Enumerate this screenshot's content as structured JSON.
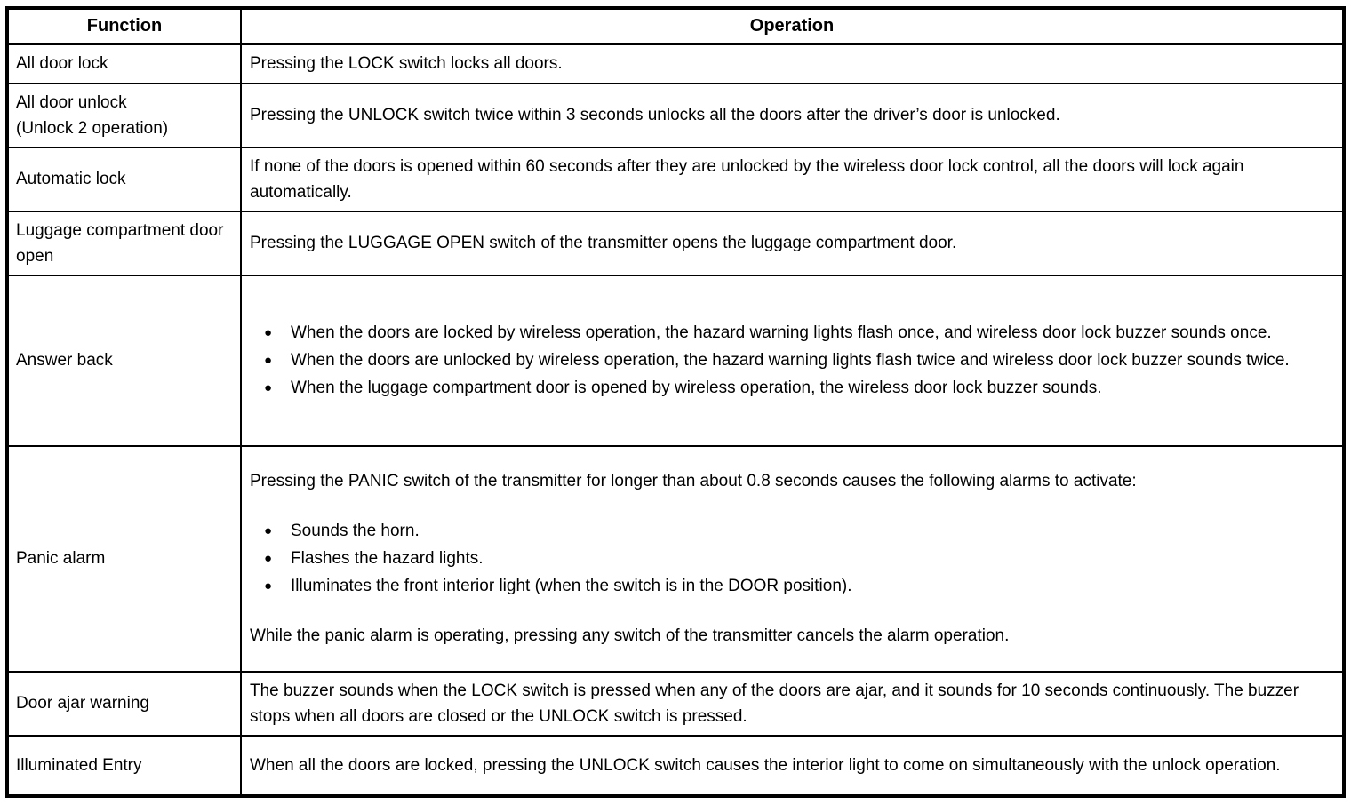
{
  "table": {
    "headers": {
      "function": "Function",
      "operation": "Operation"
    },
    "rows": [
      {
        "function": "All door lock",
        "operation": "Pressing the LOCK switch locks all doors."
      },
      {
        "function": "All door unlock\n(Unlock 2 operation)",
        "operation": "Pressing the UNLOCK switch twice within 3 seconds unlocks all the doors after the driver’s door is unlocked."
      },
      {
        "function": "Automatic lock",
        "operation": "If none of the doors is opened within 60 seconds after they are unlocked by the wireless door lock control, all the doors will lock again automatically."
      },
      {
        "function": "Luggage compartment door open",
        "operation": "Pressing the LUGGAGE OPEN switch of the transmitter opens the luggage compartment door."
      },
      {
        "function": "Answer back",
        "bullets": [
          "When the doors are locked by wireless operation, the hazard warning lights flash once, and wireless door lock buzzer sounds once.",
          "When the doors are unlocked by wireless operation, the hazard warning lights flash twice and wireless door lock buzzer sounds twice.",
          "When the luggage compartment door is opened by wireless operation, the wireless door lock buzzer sounds."
        ]
      },
      {
        "function": "Panic alarm",
        "intro": "Pressing the PANIC switch of the transmitter for longer than about 0.8 seconds causes the following alarms to activate:",
        "bullets": [
          "Sounds the horn.",
          "Flashes the hazard lights.",
          "Illuminates the front interior light (when the switch is in the DOOR position)."
        ],
        "outro": "While the panic alarm is operating, pressing any switch of the transmitter cancels the alarm operation."
      },
      {
        "function": "Door ajar warning",
        "operation": "The buzzer sounds when the LOCK switch is pressed when any of the doors are ajar, and it sounds for 10 seconds continuously. The buzzer stops when all doors are closed or the UNLOCK switch is pressed."
      },
      {
        "function": "Illuminated Entry",
        "operation": "When all the doors are locked, pressing the UNLOCK switch causes the interior light to come on simultaneously with the unlock operation."
      }
    ]
  }
}
